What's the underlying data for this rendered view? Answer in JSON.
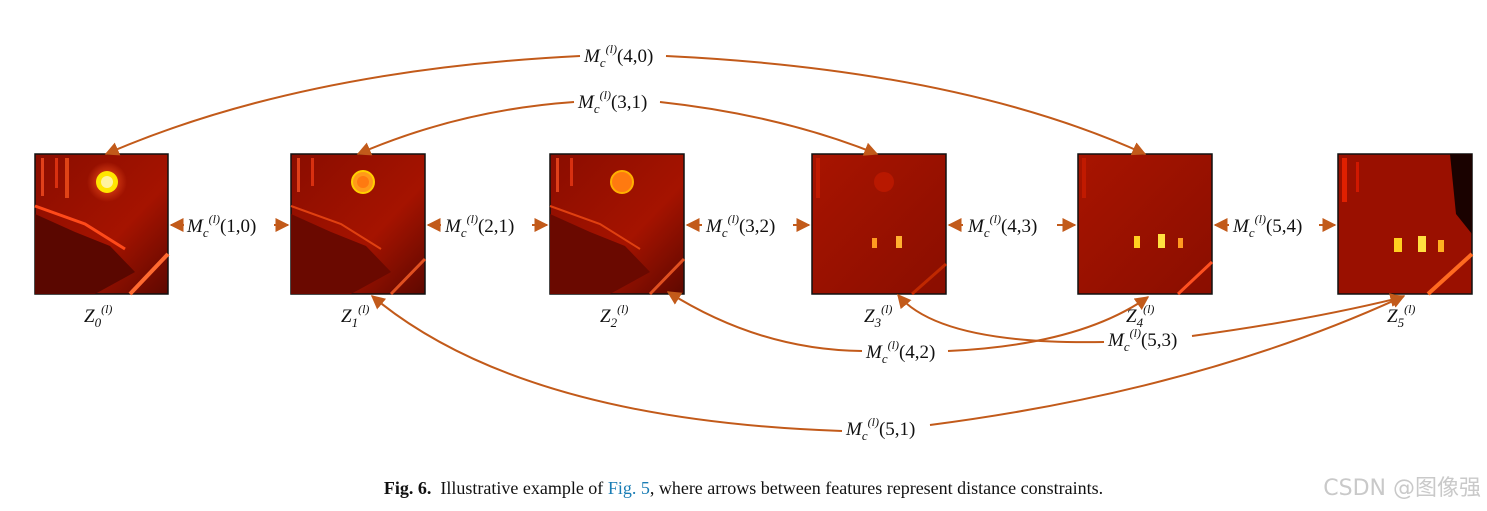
{
  "features": [
    {
      "base": "Z",
      "sub": "0",
      "sup": "(l)"
    },
    {
      "base": "Z",
      "sub": "1",
      "sup": "(l)"
    },
    {
      "base": "Z",
      "sub": "2",
      "sup": "(l)"
    },
    {
      "base": "Z",
      "sub": "3",
      "sup": "(l)"
    },
    {
      "base": "Z",
      "sub": "4",
      "sup": "(l)"
    },
    {
      "base": "Z",
      "sub": "5",
      "sup": "(l)"
    }
  ],
  "constraint_symbol": {
    "base": "M",
    "sub": "c",
    "sup": "(l)"
  },
  "constraints": [
    {
      "args": "(1,0)",
      "from": 1,
      "to": 0
    },
    {
      "args": "(2,1)",
      "from": 2,
      "to": 1
    },
    {
      "args": "(3,2)",
      "from": 3,
      "to": 2
    },
    {
      "args": "(4,3)",
      "from": 4,
      "to": 3
    },
    {
      "args": "(5,4)",
      "from": 5,
      "to": 4
    },
    {
      "args": "(4,0)",
      "from": 4,
      "to": 0
    },
    {
      "args": "(3,1)",
      "from": 3,
      "to": 1
    },
    {
      "args": "(4,2)",
      "from": 4,
      "to": 2
    },
    {
      "args": "(5,3)",
      "from": 5,
      "to": 3
    },
    {
      "args": "(5,1)",
      "from": 5,
      "to": 1
    }
  ],
  "colors": {
    "arrow": "#c25a1a",
    "feature_dark": "#6e0a00",
    "feature_mid": "#b01500",
    "feature_bright": "#ffd000"
  },
  "caption": {
    "label": "Fig. 6.",
    "text_before": "Illustrative example of",
    "link": "Fig. 5",
    "text_after": ", where arrows between features represent distance constraints."
  },
  "watermark": "CSDN @图像强"
}
